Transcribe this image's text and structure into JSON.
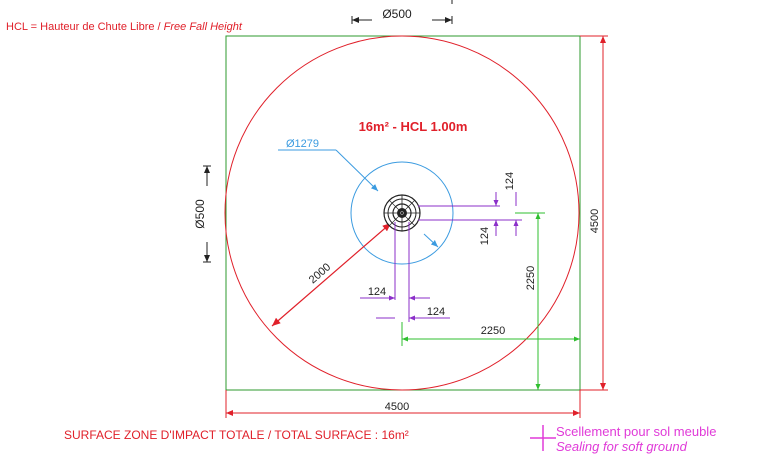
{
  "legend": {
    "hcl_prefix": "HCL = Hauteur de Chute Libre / ",
    "hcl_italic": "Free Fall Height"
  },
  "title": "16m² - HCL 1.00m",
  "dimensions": {
    "top_width": "Ø500",
    "left_width": "Ø500",
    "circle_diameter": "Ø1279",
    "radius": "2000",
    "overall_height": "4500",
    "overall_width": "4500",
    "half_height": "2250",
    "half_width": "2250",
    "offset_top": "124",
    "offset_bottom": "124",
    "offset_left": "124",
    "offset_right": "124"
  },
  "footer": {
    "surface": "SURFACE ZONE D'IMPACT TOTALE / TOTAL SURFACE : 16m²",
    "sealing_fr": "Scellement pour sol meuble",
    "sealing_en": "Sealing for soft ground"
  },
  "colors": {
    "square": "#2e9a2e",
    "impact_circle": "#e0202a",
    "inner_circle": "#3b9be0",
    "purple_dims": "#8b2fc9",
    "green_dims": "#2fbf2f",
    "legend_red": "#e0202a",
    "sealing_magenta": "#e03ad8",
    "dark": "#222222"
  }
}
